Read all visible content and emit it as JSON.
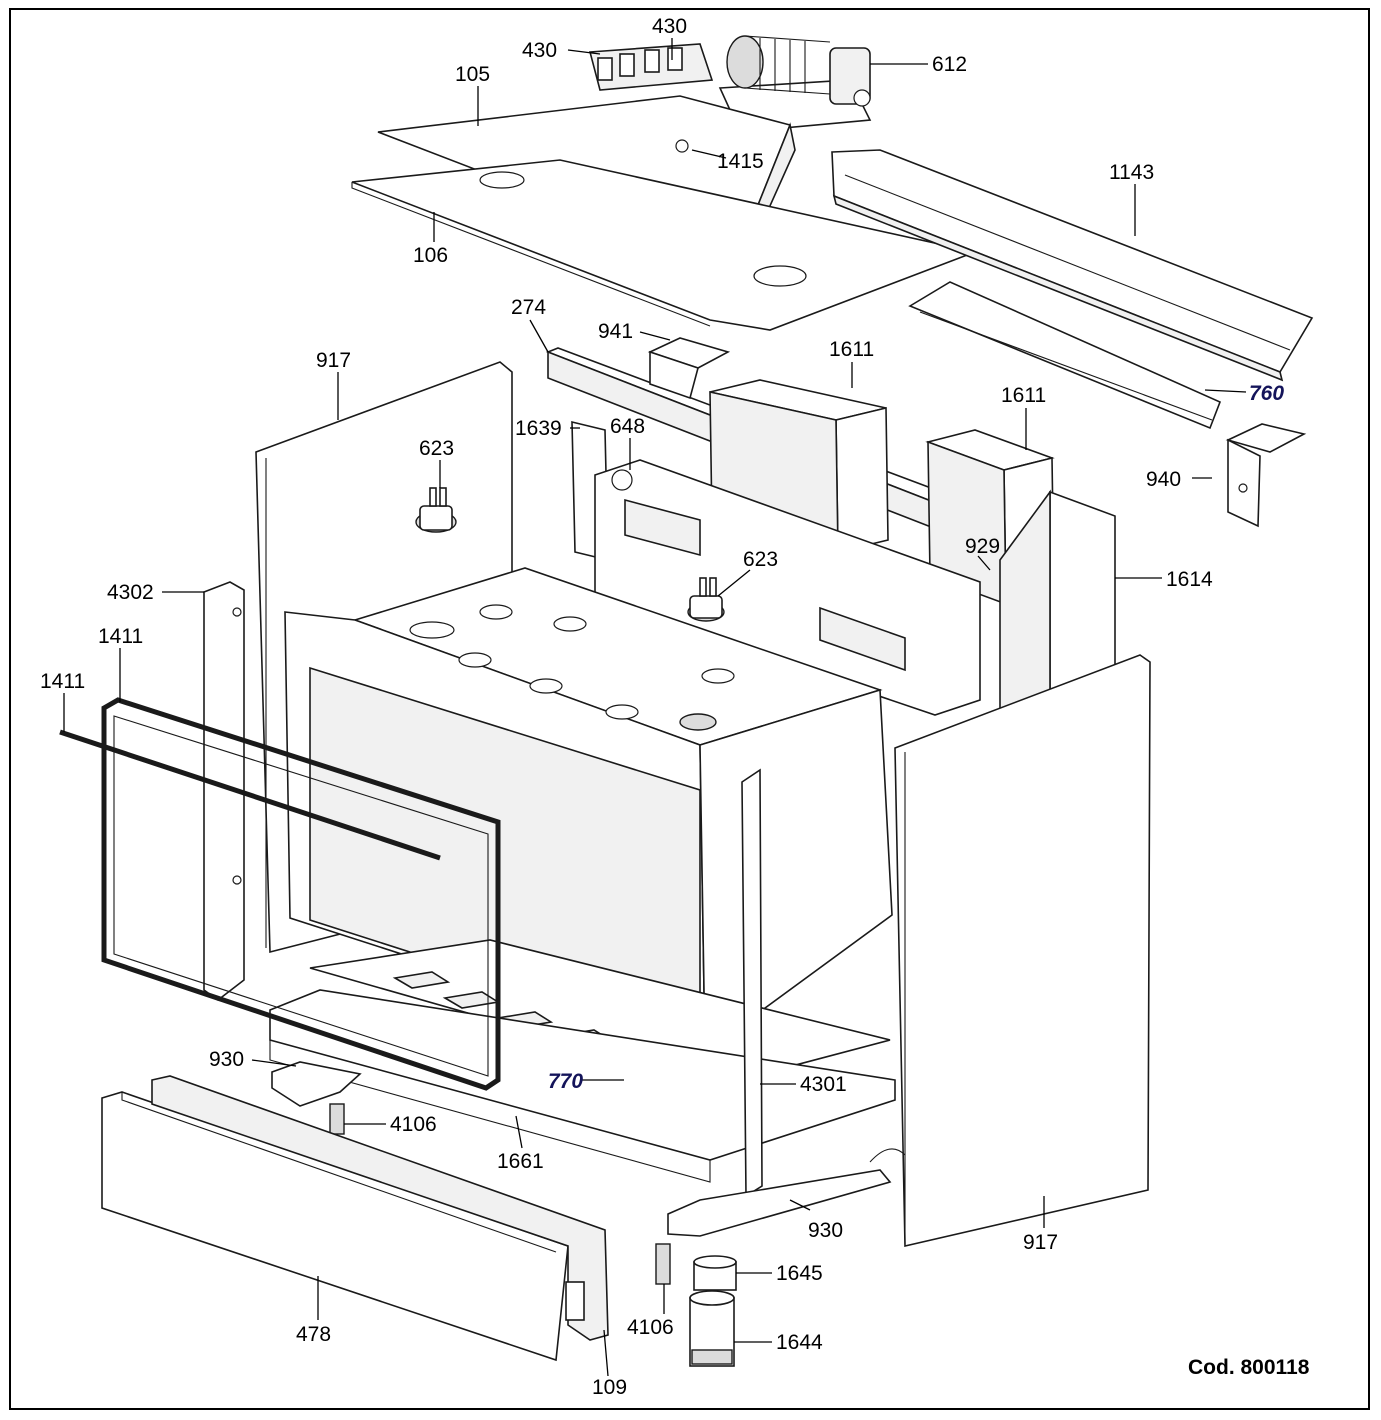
{
  "diagram": {
    "code_label": "Cod. 800118",
    "callouts": [
      {
        "id": "c430a",
        "text": "430"
      },
      {
        "id": "c430b",
        "text": "430"
      },
      {
        "id": "c612",
        "text": "612"
      },
      {
        "id": "c105",
        "text": "105"
      },
      {
        "id": "c1415",
        "text": "1415"
      },
      {
        "id": "c1143",
        "text": "1143"
      },
      {
        "id": "c106",
        "text": "106"
      },
      {
        "id": "c274",
        "text": "274"
      },
      {
        "id": "c941",
        "text": "941"
      },
      {
        "id": "c1611a",
        "text": "1611"
      },
      {
        "id": "c917a",
        "text": "917"
      },
      {
        "id": "c760",
        "text": "760"
      },
      {
        "id": "c1611b",
        "text": "1611"
      },
      {
        "id": "c1639",
        "text": "1639"
      },
      {
        "id": "c648",
        "text": "648"
      },
      {
        "id": "c623a",
        "text": "623"
      },
      {
        "id": "c940",
        "text": "940"
      },
      {
        "id": "c929",
        "text": "929"
      },
      {
        "id": "c623b",
        "text": "623"
      },
      {
        "id": "c1614",
        "text": "1614"
      },
      {
        "id": "c4302",
        "text": "4302"
      },
      {
        "id": "c1411a",
        "text": "1411"
      },
      {
        "id": "c1411b",
        "text": "1411"
      },
      {
        "id": "c930a",
        "text": "930"
      },
      {
        "id": "c770",
        "text": "770"
      },
      {
        "id": "c4301",
        "text": "4301"
      },
      {
        "id": "c4106a",
        "text": "4106"
      },
      {
        "id": "c1661",
        "text": "1661"
      },
      {
        "id": "c930b",
        "text": "930"
      },
      {
        "id": "c917b",
        "text": "917"
      },
      {
        "id": "c1645",
        "text": "1645"
      },
      {
        "id": "c478",
        "text": "478"
      },
      {
        "id": "c4106b",
        "text": "4106"
      },
      {
        "id": "c1644",
        "text": "1644"
      },
      {
        "id": "c109",
        "text": "109"
      }
    ]
  }
}
